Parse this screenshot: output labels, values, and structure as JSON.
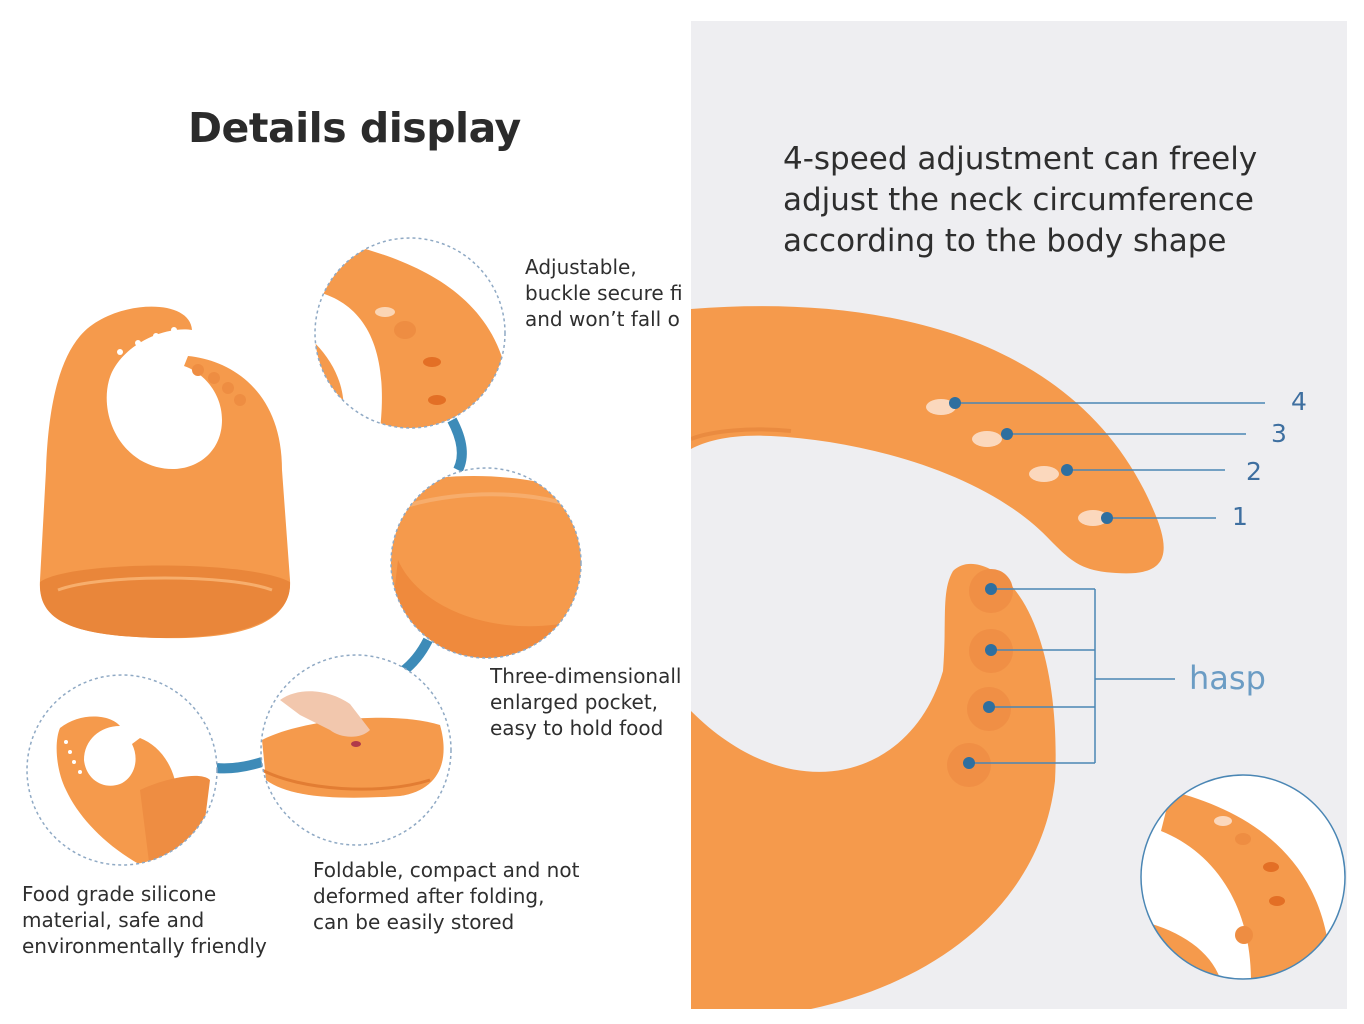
{
  "left_panel": {
    "title": "Details display",
    "captions": {
      "buckle": "Adjustable,\nbuckle secure fi\nand won’t fall o",
      "pocket": "Three-dimensionall\nenlarged pocket,\neasy to hold food",
      "foldable": "Foldable, compact and not\ndeformed after folding,\ncan be easily stored",
      "material": "Food grade silicone\nmaterial, safe and\nenvironmentally friendly"
    }
  },
  "right_panel": {
    "headline": "4-speed adjustment can freely\nadjust the neck circumference\naccording to the body shape",
    "hole_numbers": [
      "4",
      "3",
      "2",
      "1"
    ],
    "hasp_label": "hasp"
  },
  "colors": {
    "bib_orange": "#f59a4c",
    "bib_shadow": "#e9863a",
    "connector_blue": "#3d8bb8",
    "leader_blue": "#4a86b4",
    "right_background": "#eeeef1"
  }
}
